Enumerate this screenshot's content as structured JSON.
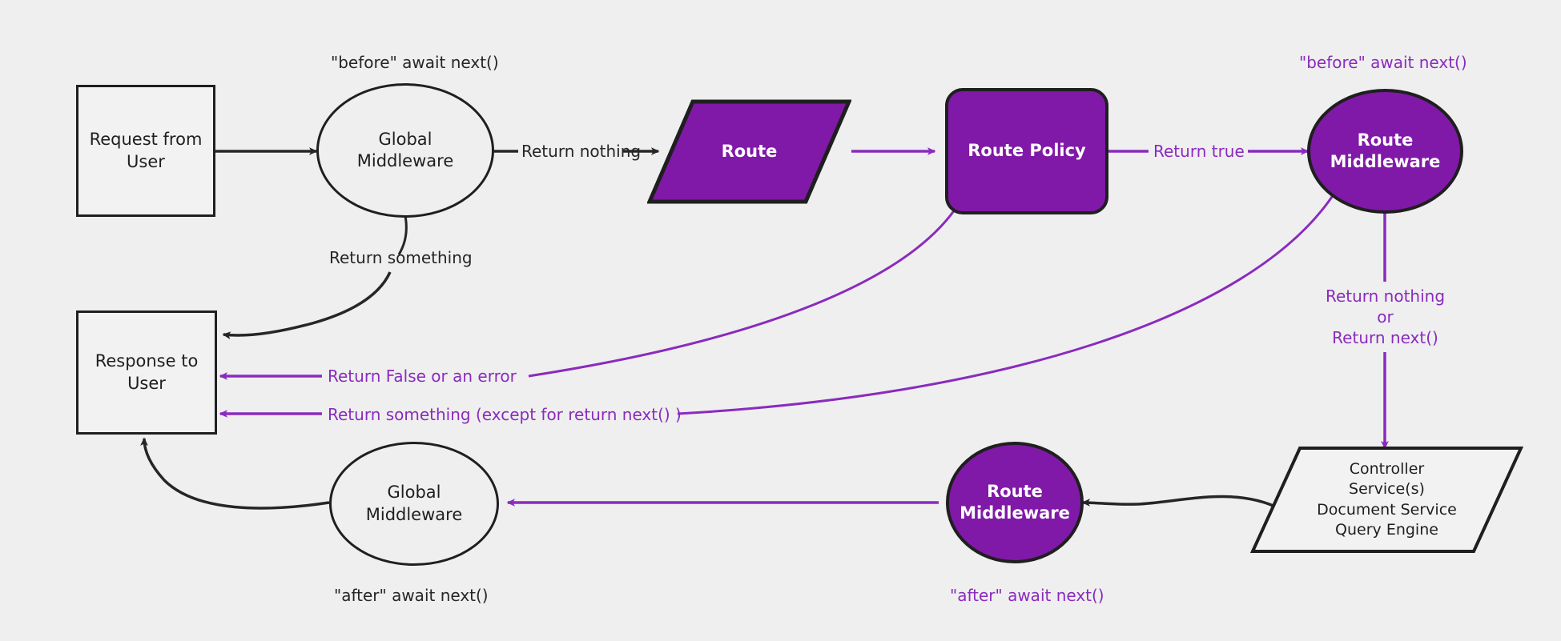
{
  "diagram": {
    "title": "Middleware request/response lifecycle flow",
    "background_color": "#efefef",
    "colors": {
      "purple_fill": "#8019a7",
      "purple_stroke": "#8a2bbe",
      "dark_stroke": "#1f1f1f",
      "plain_fill": "#f2f2f2",
      "white_text": "#ffffff",
      "dark_text": "#1f1f1f"
    },
    "nodes": {
      "request_from_user": {
        "label": "Request from\nUser",
        "line1": "Request from",
        "line2": "User",
        "shape": "rectangle",
        "style": "plain"
      },
      "global_middleware_top": {
        "line1": "Global",
        "line2": "Middleware",
        "shape": "ellipse",
        "style": "plain"
      },
      "route": {
        "label": "Route",
        "shape": "parallelogram",
        "style": "purple"
      },
      "route_policy": {
        "label": "Route Policy",
        "shape": "rounded-rectangle",
        "style": "purple"
      },
      "route_middleware_top": {
        "line1": "Route",
        "line2": "Middleware",
        "shape": "ellipse",
        "style": "purple"
      },
      "controller_stack": {
        "lines": [
          "Controller",
          "Service(s)",
          "Document Service",
          "Query Engine"
        ],
        "shape": "parallelogram",
        "style": "plain"
      },
      "route_middleware_bottom": {
        "line1": "Route",
        "line2": "Middleware",
        "shape": "ellipse",
        "style": "purple"
      },
      "global_middleware_bottom": {
        "line1": "Global",
        "line2": "Middleware",
        "shape": "ellipse",
        "style": "plain"
      },
      "response_to_user": {
        "line1": "Response to",
        "line2": "User",
        "shape": "rectangle",
        "style": "plain"
      }
    },
    "annotations": {
      "before_await_next_global": "\"before\" await next()",
      "before_await_next_route": "\"before\" await next()",
      "after_await_next_global": "\"after\" await next()",
      "after_await_next_route": "\"after\" await next()"
    },
    "edge_labels": {
      "return_nothing": "Return nothing",
      "return_something": "Return something",
      "return_true": "Return true",
      "return_nothing_or_next_line1": "Return nothing",
      "return_nothing_or_next_line2": "or",
      "return_nothing_or_next_line3": "Return next()",
      "return_false_or_error": "Return False or an error",
      "return_something_except_next": "Return something (except for return next() )"
    }
  }
}
